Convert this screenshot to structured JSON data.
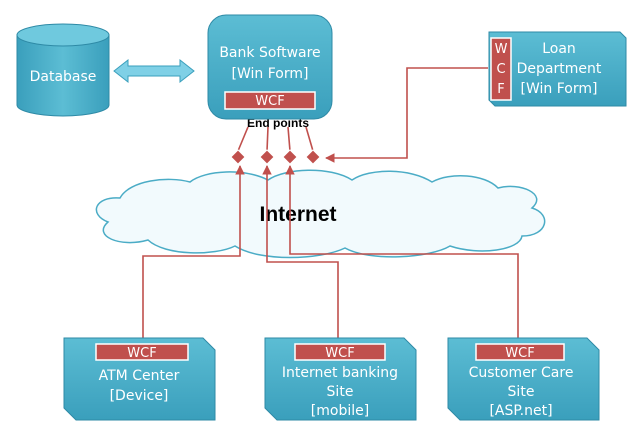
{
  "nodes": {
    "database": {
      "label": "Database"
    },
    "bank_software": {
      "line1": "Bank Software",
      "line2": "[Win Form]",
      "wcf": "WCF"
    },
    "loan": {
      "line1": "Loan",
      "line2": "Department",
      "line3": "[Win Form]",
      "wcf_letters": [
        "W",
        "C",
        "F"
      ]
    },
    "atm": {
      "line1": "ATM Center",
      "line2": "[Device]",
      "wcf": "WCF"
    },
    "internet_banking": {
      "line1": "Internet banking",
      "line2": "Site",
      "line3": "[mobile]",
      "wcf": "WCF"
    },
    "customer_care": {
      "line1": "Customer Care",
      "line2": "Site",
      "line3": "[ASP.net]",
      "wcf": "WCF"
    }
  },
  "labels": {
    "endpoints": "End points",
    "cloud": "Internet"
  },
  "colors": {
    "box": "#4bacc6",
    "box_dark": "#2e8aa6",
    "wcf": "#c0504d",
    "connector": "#c0504d",
    "cloud_fill": "#f2fafd",
    "cloud_stroke": "#4bacc6"
  }
}
